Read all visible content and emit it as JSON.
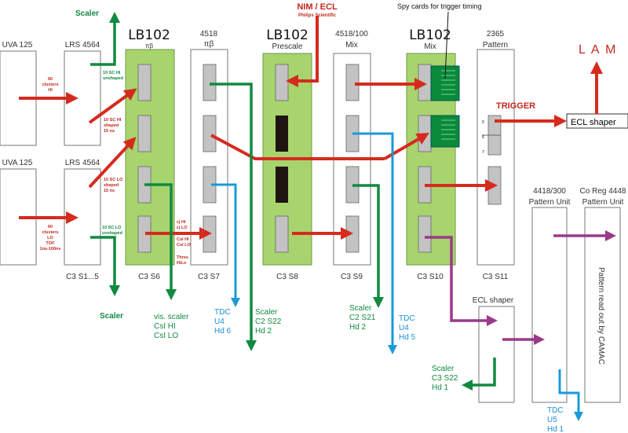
{
  "modules": {
    "uva1": "UVA 125",
    "lrs1": "LRS 4564",
    "uva2": "UVA 125",
    "lrs2": "LRS 4564",
    "lb1_title": "LB102",
    "lb1_sub": "πβ",
    "m4518_title": "4518",
    "m4518_sub": "πβ",
    "lb2_title": "LB102",
    "lb2_sub": "Prescale",
    "m4518mix_title": "4518/100",
    "m4518mix_sub": "Mix",
    "lb3_title": "LB102",
    "lb3_sub": "Mix",
    "p2365_title": "2365",
    "p2365_sub": "Pattern",
    "pu_title": "4418/300",
    "pu_sub": "Pattern Unit",
    "coreg_title": "Co Reg 4448",
    "coreg_sub": "Pattern Unit",
    "ecl_shaper_top": "ECL shaper",
    "ecl_shaper_bottom": "ECL shaper",
    "camac_text": "Pattern read out by CAMAC",
    "pattern_bits": [
      "0",
      "6",
      "7"
    ]
  },
  "slots": [
    "C3 S1...5",
    "C3 S6",
    "C3 S7",
    "C3 S8",
    "C3 S9",
    "C3 S10",
    "C3 S11"
  ],
  "annotations": {
    "clusters_hi": [
      "60",
      "clusters",
      "HI"
    ],
    "clusters_lo": [
      "60",
      "clusters",
      "LO",
      "TOF",
      "1ns-100ns"
    ],
    "sc_hi_unshaped": [
      "10 SC HI",
      "unshaped"
    ],
    "sc_hi_shaped": [
      "10 SC HI",
      "shaped",
      "15 ns"
    ],
    "sc_lo_shaped": [
      "10 SC LO",
      "shaped",
      "15 ns"
    ],
    "sc_lo_unshaped": [
      "10 SC LO",
      "unshaped"
    ],
    "mid": [
      "ε) HI",
      "ε) LO",
      "CsI HI",
      "CsI LO",
      "Thres",
      "HiLo"
    ],
    "nim_ecl": "NIM / ECL",
    "philips": "Philips Scientific",
    "spy": "Spy cards for trigger timing",
    "trigger": "TRIGGER",
    "lam": "L A M"
  },
  "outputs": {
    "scaler_top": "Scaler",
    "scaler_bottom": "Scaler",
    "vis_scaler": [
      "vis. scaler",
      "CsI HI",
      "CsI LO"
    ],
    "tdc_u4_hd6": [
      "TDC",
      "U4",
      "Hd 6"
    ],
    "scaler_c2s22": [
      "Scaler",
      "C2 S22",
      "Hd 2"
    ],
    "scaler_c2s21": [
      "Scaler",
      "C2 S21",
      "Hd 2"
    ],
    "tdc_u4_hd5": [
      "TDC",
      "U4",
      "Hd 5"
    ],
    "scaler_c3s22": [
      "Scaler",
      "C3 S22",
      "Hd 1"
    ],
    "tdc_u5_hd1": [
      "TDC",
      "U5",
      "Hd 1"
    ]
  },
  "colors": {
    "red": "#d52b1e",
    "green": "#108a40",
    "blue": "#1a9ad8",
    "purple": "#9a3a8a",
    "module_green": "#a7d46d"
  }
}
